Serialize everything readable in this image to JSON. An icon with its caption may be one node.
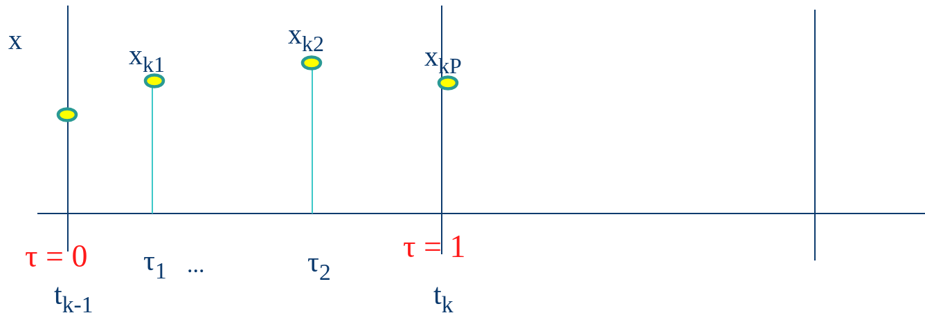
{
  "diagram": {
    "labels": [
      "x",
      "x$_{k1}$",
      "x$_{k2}$",
      "x$_{kP}$",
      "τ = 0",
      "τ$_{1}$",
      "...",
      "τ$_{2}$",
      "τ = 1",
      "t$_{k-1}$",
      "t$_{k}$"
    ]
  }
}
